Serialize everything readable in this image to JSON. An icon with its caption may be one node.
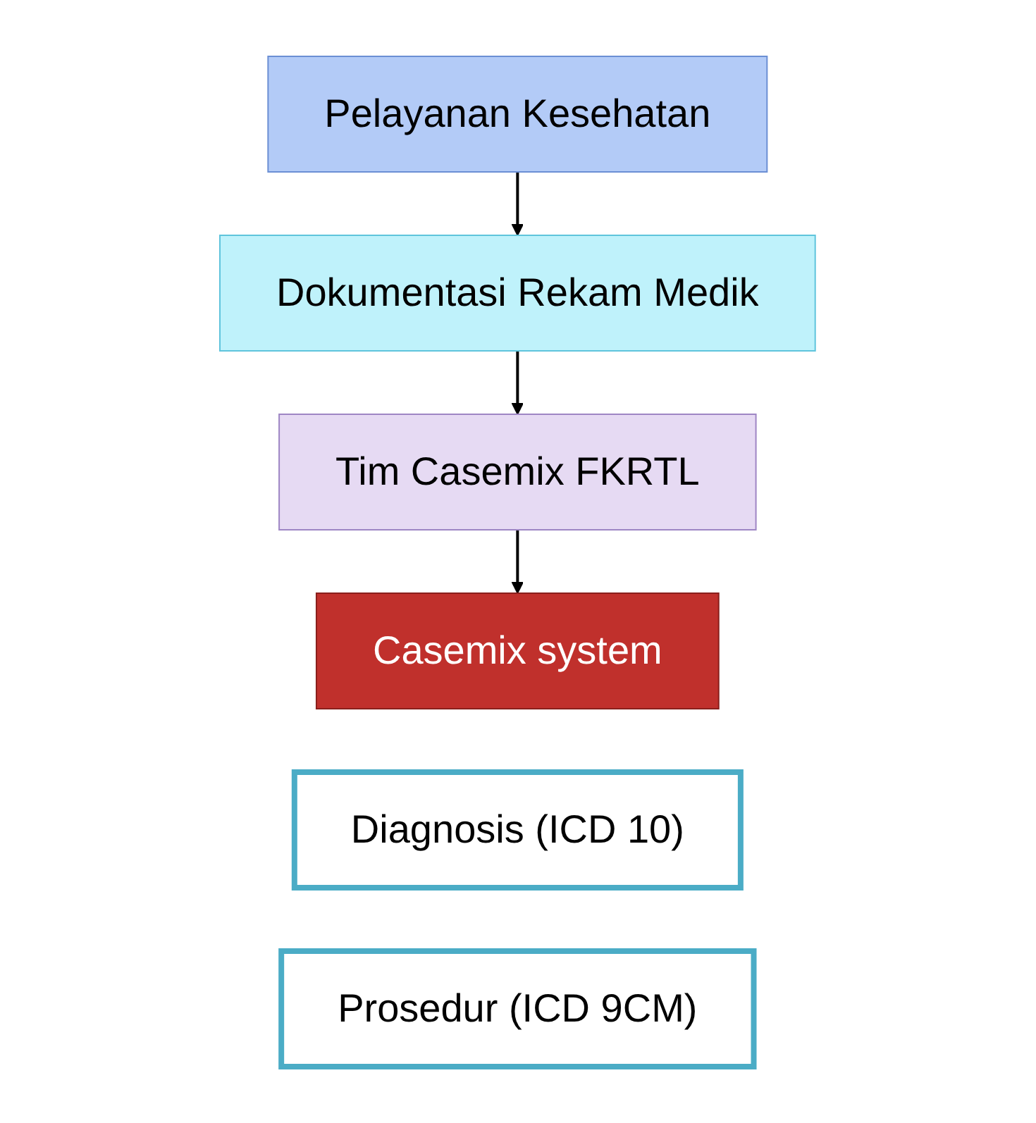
{
  "diagram": {
    "nodes": [
      {
        "text": [
          "Pelayanan Kesehatan"
        ]
      },
      {
        "text": [
          "Dokumentasi Rekam Medik"
        ]
      },
      {
        "text": [
          "Tim Casemix FKRTL"
        ]
      },
      {
        "text": [
          "Casemix system"
        ]
      },
      {
        "text": [
          "Diagnosis (ICD 10)"
        ]
      },
      {
        "text": [
          "Prosedur (ICD 9CM)"
        ]
      }
    ],
    "edges": [
      {
        "from": 0,
        "to": 1,
        "arrow": "to"
      },
      {
        "from": 1,
        "to": 2,
        "arrow": "to"
      },
      {
        "from": 2,
        "to": 3,
        "arrow": "to"
      }
    ]
  }
}
